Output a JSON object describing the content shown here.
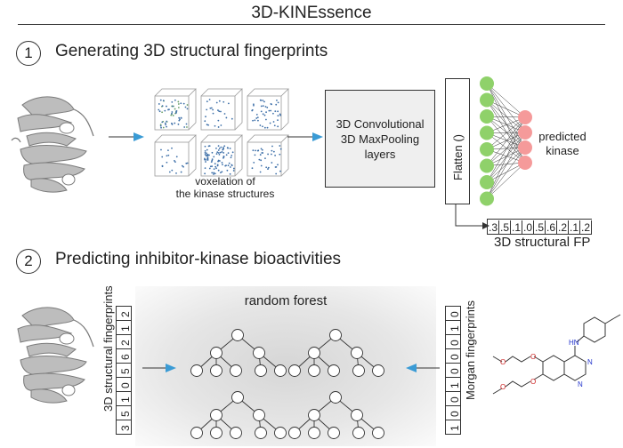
{
  "title": "3D-KINEssence",
  "step1": {
    "number": "1",
    "title": "Generating 3D structural fingerprints",
    "voxel_caption_line1": "voxelation of",
    "voxel_caption_line2": "the kinase structures",
    "cnn_line1": "3D Convolutional",
    "cnn_line2": "3D MaxPooling",
    "cnn_line3": "layers",
    "flatten_label": "Flatten ()",
    "output_line1": "predicted",
    "output_line2": "kinase",
    "fp_values": [
      ".3",
      ".5",
      ".1",
      ".0",
      ".5",
      ".6",
      ".2",
      ".1",
      ".2"
    ],
    "fp_label": "3D structural FP"
  },
  "step2": {
    "number": "2",
    "title": "Predicting inhibitor-kinase bioactivities",
    "left_fp_label": "3D structural fingerprints",
    "left_fp_values": [
      "3",
      "5",
      "1",
      "0",
      "5",
      "6",
      "2",
      "1",
      "2"
    ],
    "rf_label": "random forest",
    "right_fp_label": "Morgan fingerprints",
    "right_fp_values": [
      "1",
      "0",
      "0",
      "1",
      "0",
      "0",
      "0",
      "1",
      "0"
    ],
    "molecule_atom_labels": [
      "HN",
      "N",
      "N",
      "O",
      "O",
      "O",
      "O"
    ]
  },
  "colors": {
    "arrow": "#3a9bd5",
    "green_node": "#8fd16a",
    "red_node": "#f59a9a",
    "voxel_blue": "#3d6fa8",
    "rf_gradient_center": "#d8d8d8"
  }
}
